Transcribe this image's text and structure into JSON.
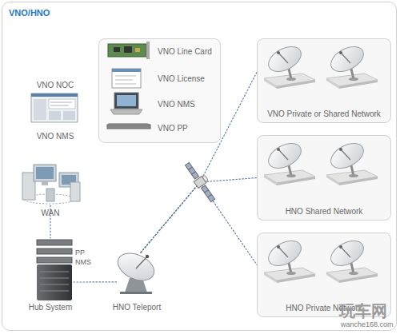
{
  "diagram": {
    "nodes": [
      {
        "text": [
          "VNO/HNO"
        ]
      },
      {
        "text": [
          "VNO NOC",
          "VNO NMS"
        ],
        "in": 0
      },
      {
        "text": [
          "WAN"
        ],
        "in": 0
      },
      {
        "text": [
          "PP",
          "NMS",
          "Hub System"
        ],
        "in": 0
      },
      {
        "text": [
          "HNO Teleport"
        ],
        "in": 0
      },
      {
        "text": [
          "VNO Line Card",
          "VNO License",
          "VNO NMS",
          "VNO PP"
        ],
        "in": 0
      },
      {
        "text": [
          "VNO Private or Shared Network"
        ],
        "in": 0
      },
      {
        "text": [
          "HNO Shared Network"
        ],
        "in": 0
      },
      {
        "text": [
          "HNO Private Network"
        ],
        "in": 0
      }
    ],
    "edges": [
      {
        "from": 2,
        "to": 3,
        "arrow": "none"
      },
      {
        "from": 3,
        "to": 4,
        "arrow": "none"
      },
      {
        "from": 4,
        "to": 6,
        "arrow": "none"
      },
      {
        "from": 4,
        "to": 7,
        "arrow": "none"
      },
      {
        "from": 4,
        "to": 8,
        "arrow": "none"
      }
    ],
    "labels": [
      "玩车网",
      "wanche168.com"
    ]
  }
}
